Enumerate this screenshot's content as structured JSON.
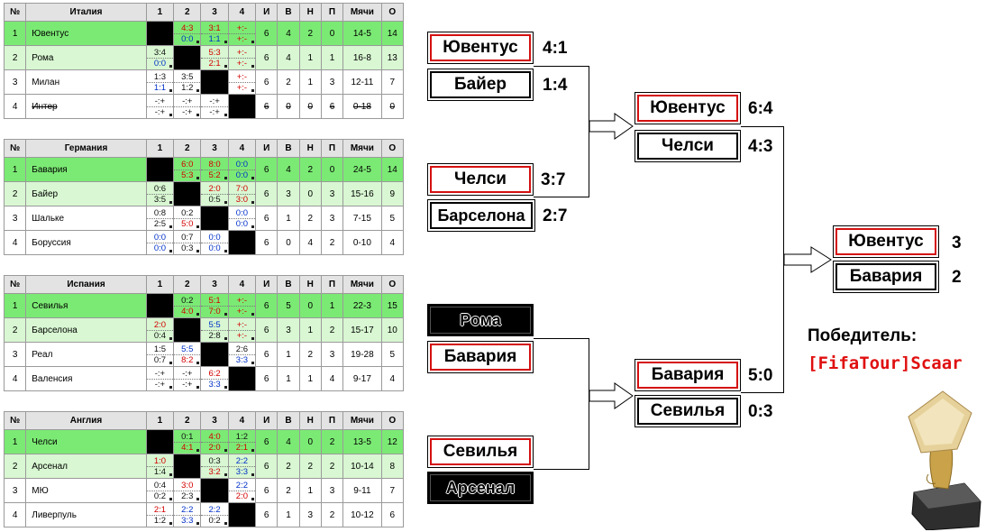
{
  "header": {
    "no": "№",
    "cols": [
      "1",
      "2",
      "3",
      "4"
    ],
    "i": "И",
    "v": "В",
    "n": "Н",
    "p": "П",
    "goals": "Мячи",
    "pts": "О"
  },
  "groups": [
    {
      "name": "Италия",
      "rows": [
        {
          "rank": "1",
          "team": "Ювентус",
          "c": [
            [],
            [
              "4:3",
              "0:0"
            ],
            [
              "3:1",
              "1:1"
            ],
            [
              "+:-",
              "+:-"
            ]
          ],
          "i": "6",
          "v": "4",
          "n": "2",
          "p": "0",
          "g": "14-5",
          "o": "14"
        },
        {
          "rank": "2",
          "team": "Рома",
          "c": [
            [
              "3:4",
              "0:0"
            ],
            [],
            [
              "5:3",
              "2:1"
            ],
            [
              "+:-",
              "+:-"
            ]
          ],
          "i": "6",
          "v": "4",
          "n": "1",
          "p": "1",
          "g": "16-8",
          "o": "13"
        },
        {
          "rank": "3",
          "team": "Милан",
          "c": [
            [
              "1:3",
              "1:1"
            ],
            [
              "3:5",
              "1:2"
            ],
            [],
            [
              "+:-",
              "+:-"
            ]
          ],
          "i": "6",
          "v": "2",
          "n": "1",
          "p": "3",
          "g": "12-11",
          "o": "7"
        },
        {
          "rank": "4",
          "team": "Интер",
          "c": [
            [
              "-:+",
              "-:+"
            ],
            [
              "-:+",
              "-:+"
            ],
            [
              "-:+",
              "-:+"
            ],
            []
          ],
          "i": "6",
          "v": "0",
          "n": "0",
          "p": "6",
          "g": "0-18",
          "o": "0"
        }
      ]
    },
    {
      "name": "Германия",
      "rows": [
        {
          "rank": "1",
          "team": "Бавария",
          "c": [
            [],
            [
              "6:0",
              "5:3"
            ],
            [
              "8:0",
              "5:2"
            ],
            [
              "0:0",
              "0:0"
            ]
          ],
          "i": "6",
          "v": "4",
          "n": "2",
          "p": "0",
          "g": "24-5",
          "o": "14"
        },
        {
          "rank": "2",
          "team": "Байер",
          "c": [
            [
              "0:6",
              "3:5"
            ],
            [],
            [
              "2:0",
              "0:5"
            ],
            [
              "7:0",
              "3:0"
            ]
          ],
          "i": "6",
          "v": "3",
          "n": "0",
          "p": "3",
          "g": "15-16",
          "o": "9"
        },
        {
          "rank": "3",
          "team": "Шальке",
          "c": [
            [
              "0:8",
              "2:5"
            ],
            [
              "0:2",
              "5:0"
            ],
            [],
            [
              "0:0",
              "0:0"
            ]
          ],
          "i": "6",
          "v": "1",
          "n": "2",
          "p": "3",
          "g": "7-15",
          "o": "5"
        },
        {
          "rank": "4",
          "team": "Боруссия",
          "c": [
            [
              "0:0",
              "0:0"
            ],
            [
              "0:7",
              "0:3"
            ],
            [
              "0:0",
              "0:0"
            ],
            []
          ],
          "i": "6",
          "v": "0",
          "n": "4",
          "p": "2",
          "g": "0-10",
          "o": "4"
        }
      ]
    },
    {
      "name": "Испания",
      "rows": [
        {
          "rank": "1",
          "team": "Севилья",
          "c": [
            [],
            [
              "0:2",
              "4:0"
            ],
            [
              "5:1",
              "7:0"
            ],
            [
              "+:-",
              "+:-"
            ]
          ],
          "i": "6",
          "v": "5",
          "n": "0",
          "p": "1",
          "g": "22-3",
          "o": "15"
        },
        {
          "rank": "2",
          "team": "Барселона",
          "c": [
            [
              "2:0",
              "0:4"
            ],
            [],
            [
              "5:5",
              "2:8"
            ],
            [
              "+:-",
              "+:-"
            ]
          ],
          "i": "6",
          "v": "3",
          "n": "1",
          "p": "2",
          "g": "15-17",
          "o": "10"
        },
        {
          "rank": "3",
          "team": "Реал",
          "c": [
            [
              "1:5",
              "0:7"
            ],
            [
              "5:5",
              "8:2"
            ],
            [],
            [
              "2:6",
              "3:3"
            ]
          ],
          "i": "6",
          "v": "1",
          "n": "2",
          "p": "3",
          "g": "19-28",
          "o": "5"
        },
        {
          "rank": "4",
          "team": "Валенсия",
          "c": [
            [
              "-:+",
              "-:+"
            ],
            [
              "-:+",
              "-:+"
            ],
            [
              "6:2",
              "3:3"
            ],
            []
          ],
          "i": "6",
          "v": "1",
          "n": "1",
          "p": "4",
          "g": "9-17",
          "o": "4"
        }
      ]
    },
    {
      "name": "Англия",
      "rows": [
        {
          "rank": "1",
          "team": "Челси",
          "c": [
            [],
            [
              "0:1",
              "4:1"
            ],
            [
              "4:0",
              "2:0"
            ],
            [
              "1:2",
              "2:1"
            ]
          ],
          "i": "6",
          "v": "4",
          "n": "0",
          "p": "2",
          "g": "13-5",
          "o": "12"
        },
        {
          "rank": "2",
          "team": "Арсенал",
          "c": [
            [
              "1:0",
              "1:4"
            ],
            [],
            [
              "0:3",
              "3:2"
            ],
            [
              "2:2",
              "3:3"
            ]
          ],
          "i": "6",
          "v": "2",
          "n": "2",
          "p": "2",
          "g": "10-14",
          "o": "8"
        },
        {
          "rank": "3",
          "team": "МЮ",
          "c": [
            [
              "0:4",
              "0:2"
            ],
            [
              "3:0",
              "2:3"
            ],
            [],
            [
              "2:2",
              "2:0"
            ]
          ],
          "i": "6",
          "v": "2",
          "n": "1",
          "p": "3",
          "g": "9-11",
          "o": "7"
        },
        {
          "rank": "4",
          "team": "Ливерпуль",
          "c": [
            [
              "2:1",
              "1:2"
            ],
            [
              "2:2",
              "3:3"
            ],
            [
              "2:2",
              "0:2"
            ],
            []
          ],
          "i": "6",
          "v": "1",
          "n": "3",
          "p": "2",
          "g": "10-12",
          "o": "6"
        }
      ]
    }
  ],
  "bracket": {
    "qf": [
      {
        "home": "Ювентус",
        "away": "Байер",
        "s1": "4:1",
        "s2": "1:4"
      },
      {
        "home": "Челси",
        "away": "Барселона",
        "s1": "3:7",
        "s2": "2:7"
      },
      {
        "home": "Рома",
        "away": "Бавария"
      },
      {
        "home": "Севилья",
        "away": "Арсенал"
      }
    ],
    "sf": [
      {
        "home": "Ювентус",
        "away": "Челси",
        "s1": "6:4",
        "s2": "4:3"
      },
      {
        "home": "Бавария",
        "away": "Севилья",
        "s1": "5:0",
        "s2": "0:3"
      }
    ],
    "final": {
      "home": "Ювентус",
      "away": "Бавария",
      "s1": "3",
      "s2": "2"
    }
  },
  "winner": {
    "label": "Победитель:",
    "name": "[FifaTour]Scaar"
  },
  "colors": {
    "leader": "#7bea74",
    "qualified": "#d8f7d2",
    "win": "#d40000",
    "draw": "#0030c8"
  }
}
